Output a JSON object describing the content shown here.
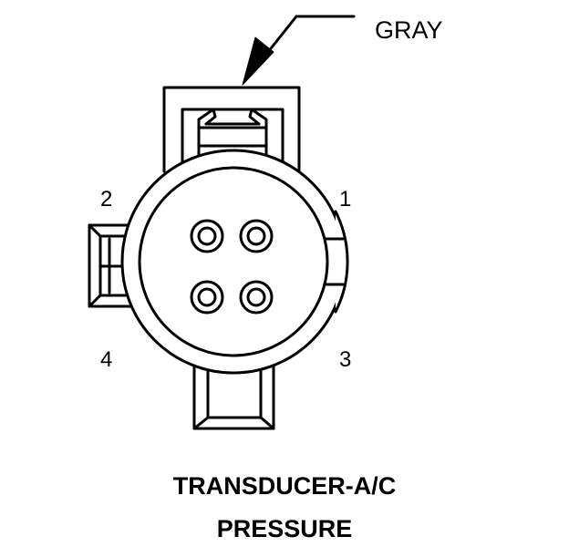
{
  "connector": {
    "wire_color": "GRAY",
    "pin_labels": [
      "1",
      "2",
      "3",
      "4"
    ],
    "title_line1": "TRANSDUCER-A/C",
    "title_line2": "PRESSURE",
    "stroke_color": "#000000",
    "background_color": "#ffffff"
  }
}
